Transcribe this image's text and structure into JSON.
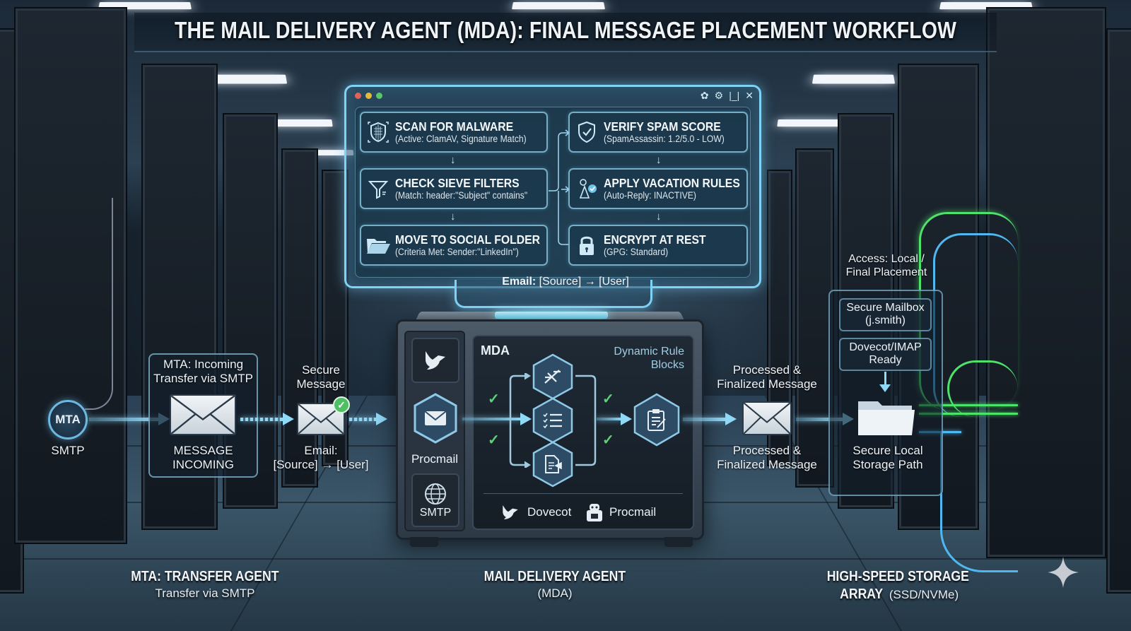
{
  "title": "THE MAIL DELIVERY AGENT (MDA): FINAL MESSAGE PLACEMENT WORKFLOW",
  "colors": {
    "accent": "#7fd2f4",
    "check_green": "#5fd17a",
    "dot_red": "#e0605a",
    "dot_yellow": "#e5b840",
    "dot_green": "#5cc46a",
    "cable_green": "#4de36b",
    "cable_blue": "#4fb8f0"
  },
  "rule_panel": {
    "window_controls": [
      "puzzle-icon",
      "gear-icon",
      "minimize-icon",
      "close-icon"
    ],
    "steps_left": [
      {
        "icon": "shield-scan-icon",
        "title": "SCAN FOR MALWARE",
        "detail": "(Active: ClamAV, Signature Match)"
      },
      {
        "icon": "funnel-icon",
        "title": "CHECK SIEVE FILTERS",
        "detail": "(Match: header:\"Subject\" contains\""
      },
      {
        "icon": "folder-open-icon",
        "title": "MOVE TO SOCIAL FOLDER",
        "detail": "(Criteria Met: Sender:\"LinkedIn\")"
      }
    ],
    "steps_right": [
      {
        "icon": "shield-check-icon",
        "title": "VERIFY SPAM SCORE",
        "detail": "(SpamAssassin: 1.2/5.0 - LOW)"
      },
      {
        "icon": "vacation-icon",
        "title": "APPLY VACATION RULES",
        "detail": "(Auto-Reply: INACTIVE)"
      },
      {
        "icon": "lock-icon",
        "title": "ENCRYPT AT REST",
        "detail": "(GPG: Standard)"
      }
    ],
    "footer_bold": "Email:",
    "footer_rest": " [Source] → [User]"
  },
  "mta": {
    "circle_label": "MTA",
    "circle_caption": "SMTP",
    "box_title_line1": "MTA: Incoming",
    "box_title_line2": "Transfer via SMTP",
    "box_caption_line1": "MESSAGE",
    "box_caption_line2": "INCOMING",
    "secure_line1": "Secure",
    "secure_line2": "Message",
    "email_line1": "Email:",
    "email_line2": "[Source] → [User]"
  },
  "mda": {
    "side_tiles": [
      {
        "icon": "dove-icon",
        "label": ""
      },
      {
        "icon": "envelope-icon",
        "label": "Procmail"
      },
      {
        "icon": "globe-icon",
        "label": "SMTP"
      }
    ],
    "screen_title": "MDA",
    "screen_subtitle_line1": "Dynamic Rule",
    "screen_subtitle_line2": "Blocks",
    "rule_blocks": [
      "tools-icon",
      "checklist-icon",
      "document-edit-icon"
    ],
    "output_block": "clipboard-edit-icon",
    "checks": 4,
    "footer_items": [
      {
        "icon": "dove-icon",
        "label": "Dovecot"
      },
      {
        "icon": "robot-icon",
        "label": "Procmail"
      }
    ]
  },
  "processed": {
    "top_line1": "Processed &",
    "top_line2": "Finalized Message",
    "bottom_line1": "Processed &",
    "bottom_line2": "Finalized Message"
  },
  "storage": {
    "access_line1": "Access: Local /",
    "access_line2": "Final Placement",
    "mailbox_line1": "Secure Mailbox",
    "mailbox_line2": "(j.smith)",
    "imap_line1": "Dovecot/IMAP",
    "imap_line2": "Ready",
    "path_line1": "Secure Local",
    "path_line2": "Storage Path"
  },
  "sections": {
    "left_title": "MTA: TRANSFER AGENT",
    "left_sub": "Transfer via SMTP",
    "center_title": "MAIL DELIVERY AGENT",
    "center_sub": "(MDA)",
    "right_title_line1": "HIGH-SPEED STORAGE",
    "right_title_line2_bold": "ARRAY",
    "right_title_line2_rest": " (SSD/NVMe)"
  }
}
